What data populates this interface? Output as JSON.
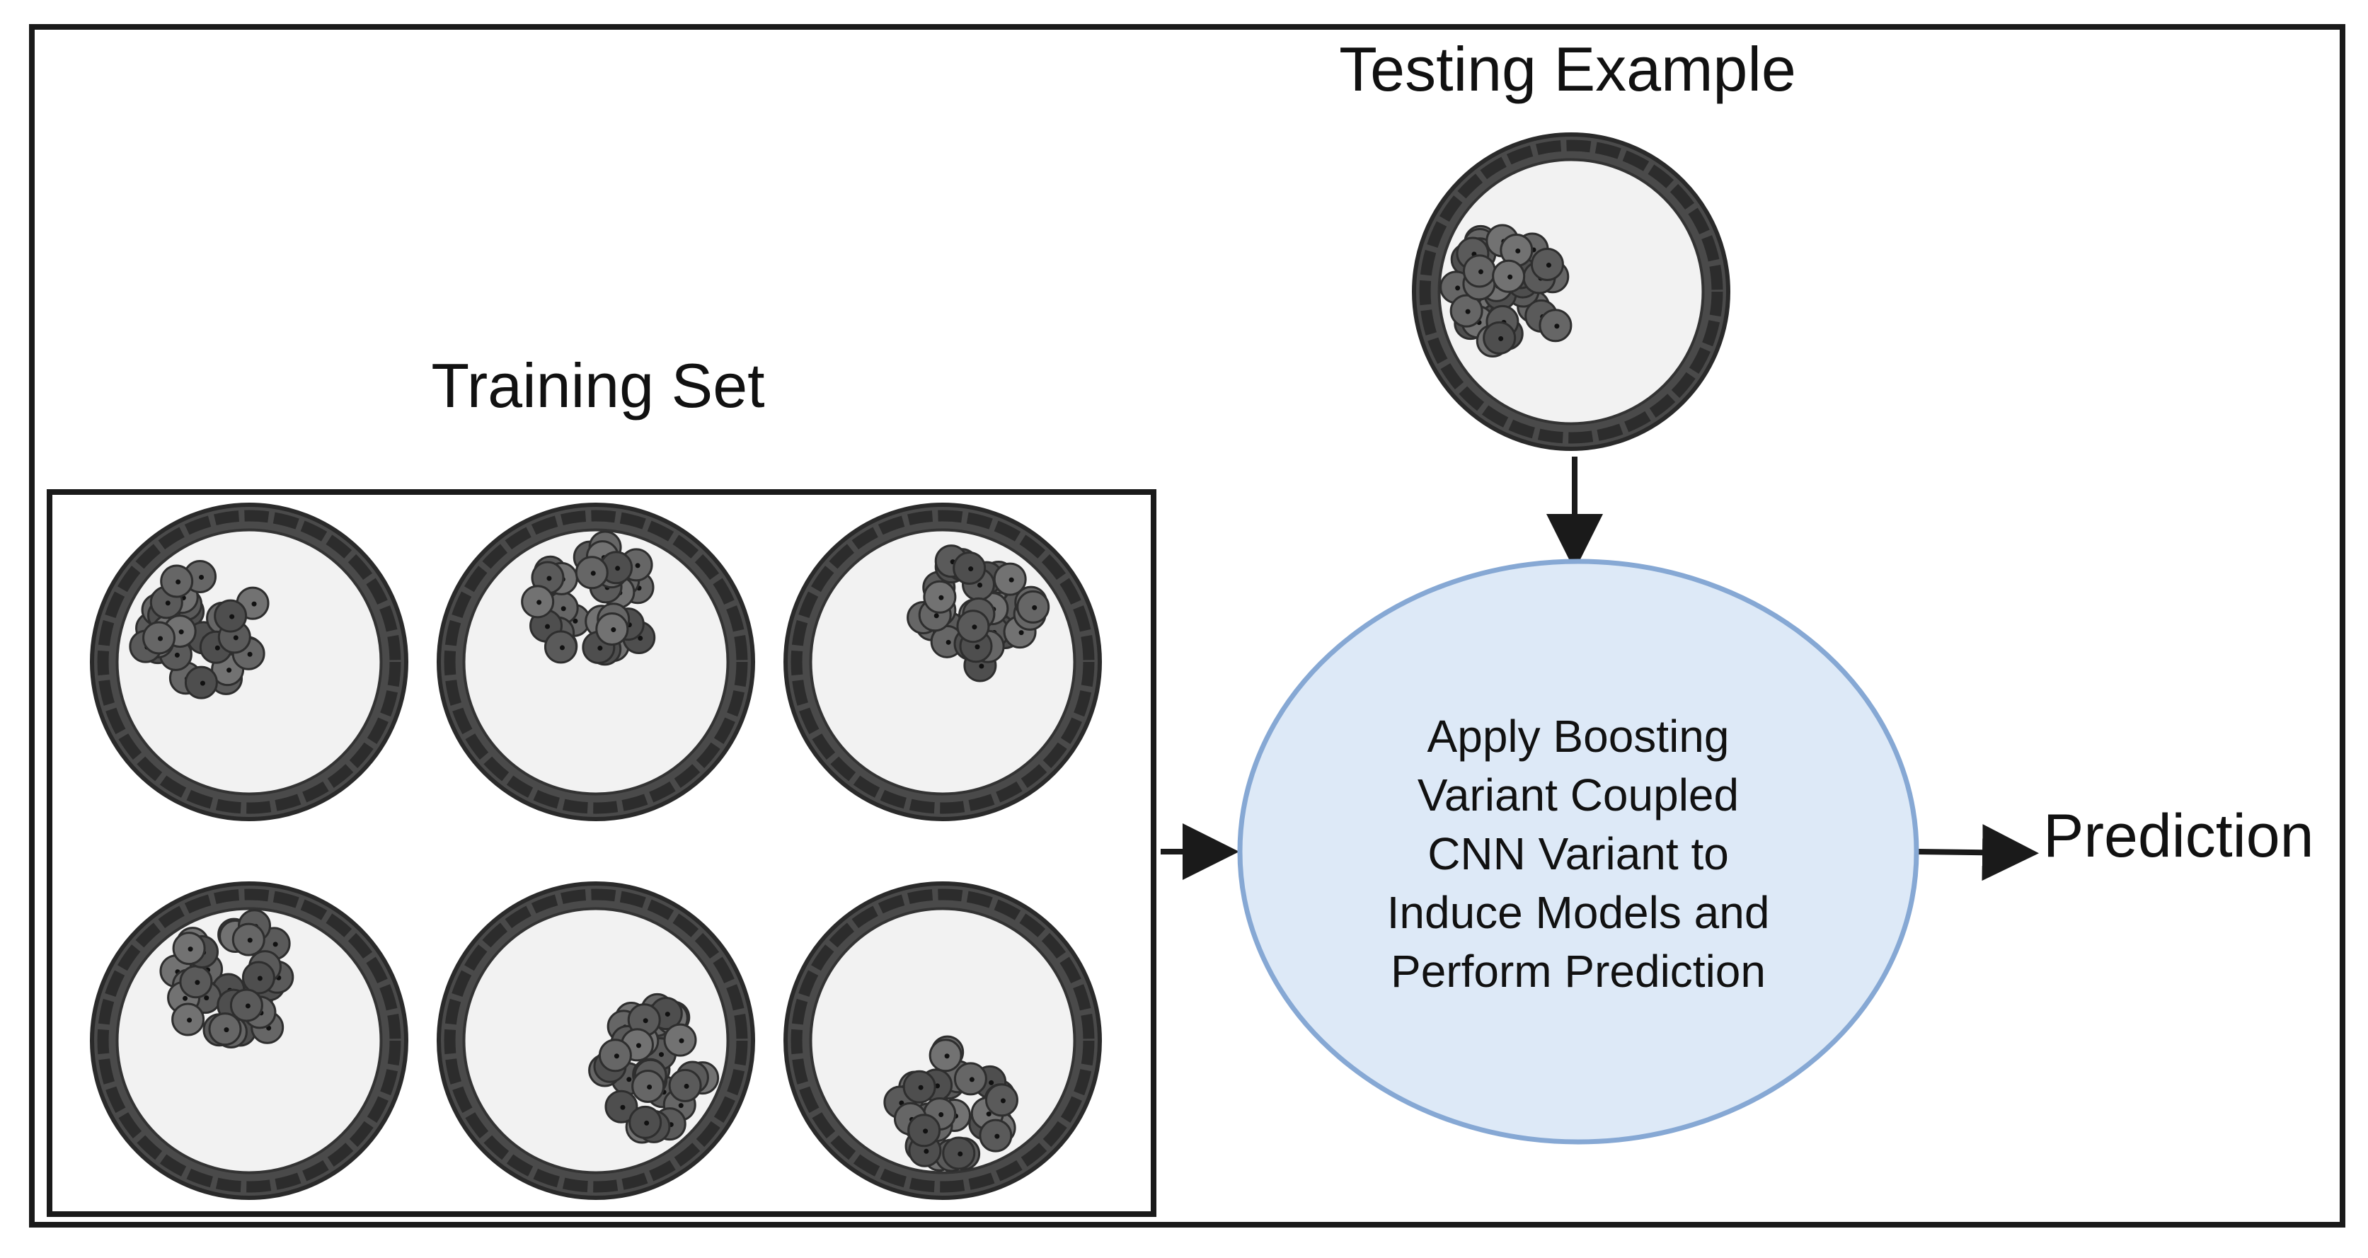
{
  "labels": {
    "training_set": "Training Set",
    "testing_example": "Testing Example",
    "process_line1": "Apply Boosting",
    "process_line2": "Variant Coupled",
    "process_line3": "CNN Variant to",
    "process_line4": "Induce Models and",
    "process_line5": "Perform Prediction",
    "prediction": "Prediction"
  },
  "colors": {
    "frame": "#1a1a1a",
    "ellipse_fill": "#dde9f7",
    "ellipse_stroke": "#86a8d4",
    "well_rim": "#4a4a4a",
    "well_inner": "#f2f2f2",
    "cell_fill": "#5a5a5a",
    "cell_stroke": "#2e2e2e",
    "arrow": "#1a1a1a"
  },
  "wells": [
    {
      "id": "train-1",
      "cluster_angle_deg": 215
    },
    {
      "id": "train-2",
      "cluster_angle_deg": 270
    },
    {
      "id": "train-3",
      "cluster_angle_deg": 300
    },
    {
      "id": "train-4",
      "cluster_angle_deg": 255
    },
    {
      "id": "train-5",
      "cluster_angle_deg": 25
    },
    {
      "id": "train-6",
      "cluster_angle_deg": 75
    },
    {
      "id": "test-1",
      "cluster_angle_deg": 180
    }
  ]
}
